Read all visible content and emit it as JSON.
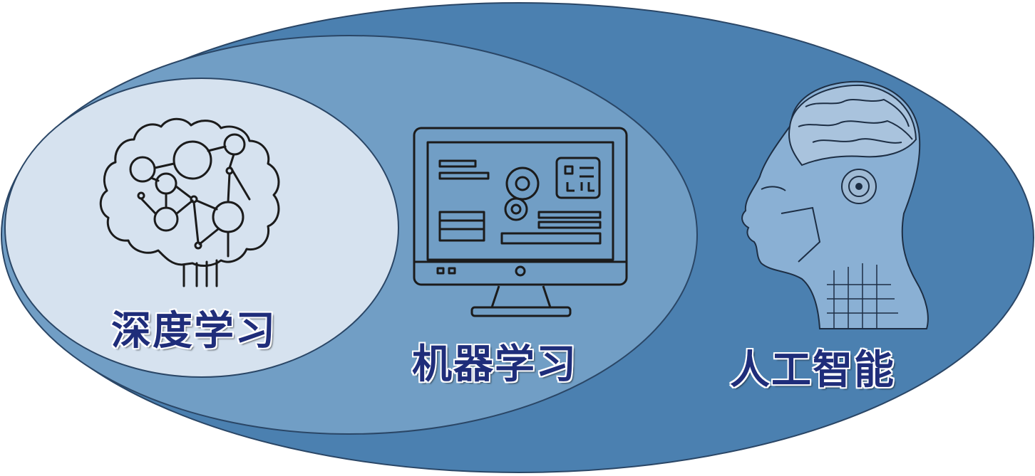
{
  "diagram": {
    "outer_region": {
      "label": "人工智能",
      "icon": "robot-head-icon",
      "fill": "#4b80b0"
    },
    "middle_region": {
      "label": "机器学习",
      "icon": "computer-monitor-icon",
      "fill": "#719ec5"
    },
    "inner_region": {
      "label": "深度学习",
      "icon": "brain-network-icon",
      "fill": "#d6e2ef"
    },
    "colors": {
      "stroke": "#2a4666",
      "label_text": "#1f2d7a",
      "label_outline": "#ffffff",
      "icon_line": "#1b1b1b"
    }
  }
}
